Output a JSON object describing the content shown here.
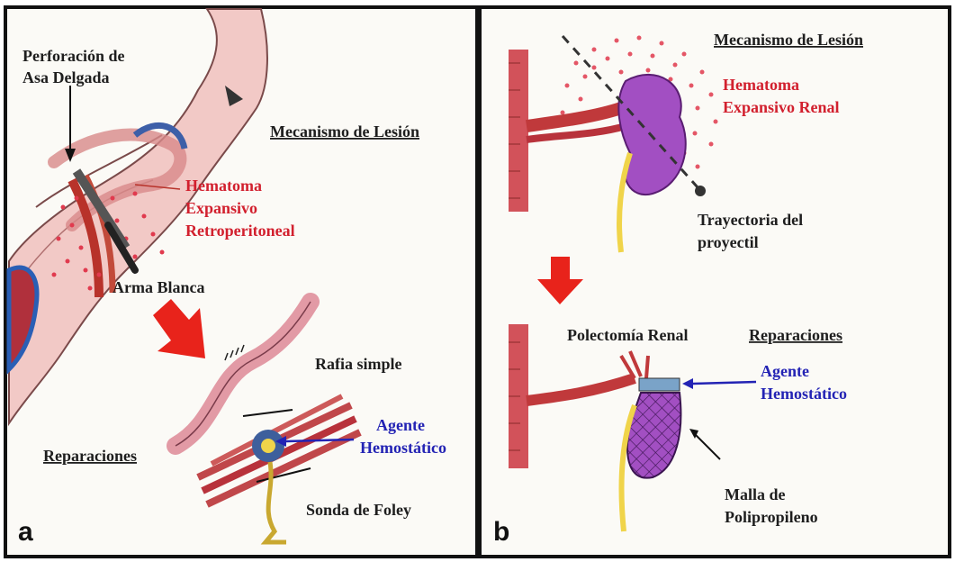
{
  "panels": [
    {
      "letter": "a",
      "labels": {
        "perforation_line1": "Perforación de",
        "perforation_line2": "Asa Delgada",
        "mechanism": "Mecanismo de Lesión",
        "hematoma_line1": "Hematoma",
        "hematoma_line2": "Expansivo",
        "hematoma_line3": "Retroperitoneal",
        "weapon": "Arma Blanca",
        "suture": "Rafia simple",
        "agent_line1": "Agente",
        "agent_line2": "Hemostático",
        "repairs": "Reparaciones",
        "foley": "Sonda de Foley"
      }
    },
    {
      "letter": "b",
      "labels": {
        "mechanism": "Mecanismo de Lesión",
        "hematoma_line1": "Hematoma",
        "hematoma_line2": "Expansivo Renal",
        "trajectory_line1": "Trayectoria del",
        "trajectory_line2": "proyectil",
        "polectomy": "Polectomía Renal",
        "repairs": "Reparaciones",
        "agent_line1": "Agente",
        "agent_line2": "Hemostático",
        "mesh_line1": "Malla de",
        "mesh_line2": "Polipropileno"
      }
    }
  ],
  "colors": {
    "label_red": "#d2202e",
    "label_blue": "#2323b4",
    "label_black": "#1e1e1e",
    "arrow_red": "#e8231b",
    "tissue_pink": "#f2bcc0",
    "vessel_red": "#c0392b",
    "kidney_purple": "#a24fc2",
    "ureter_yellow": "#f0d44a"
  }
}
